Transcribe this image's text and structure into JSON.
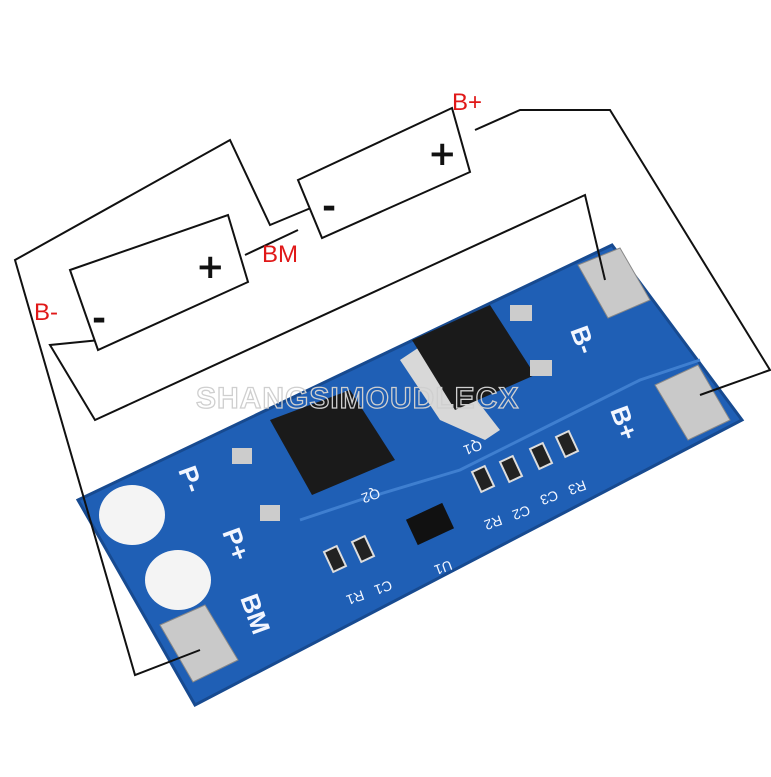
{
  "diagram": {
    "labels": {
      "b_plus": "B+",
      "bm": "BM",
      "b_minus": "B-"
    },
    "battery_upper": {
      "plus": "+",
      "minus": "-"
    },
    "battery_lower": {
      "plus": "+",
      "minus": "-"
    }
  },
  "board": {
    "silkscreen": {
      "b_minus": "B-",
      "b_plus": "B+",
      "p_minus": "P-",
      "p_plus": "P+",
      "bm": "BM",
      "q1": "Q1",
      "q2": "Q2",
      "u1": "U1",
      "r1": "R1",
      "c1": "C1",
      "r2": "R2",
      "c2": "C2",
      "r3": "R3",
      "c3": "C3"
    },
    "colors": {
      "pcb": "#1f5fb5",
      "pad": "#c9c9c9",
      "mosfet": "#1a1a1a"
    }
  },
  "watermark": "SHANGSIMOUDLECX"
}
